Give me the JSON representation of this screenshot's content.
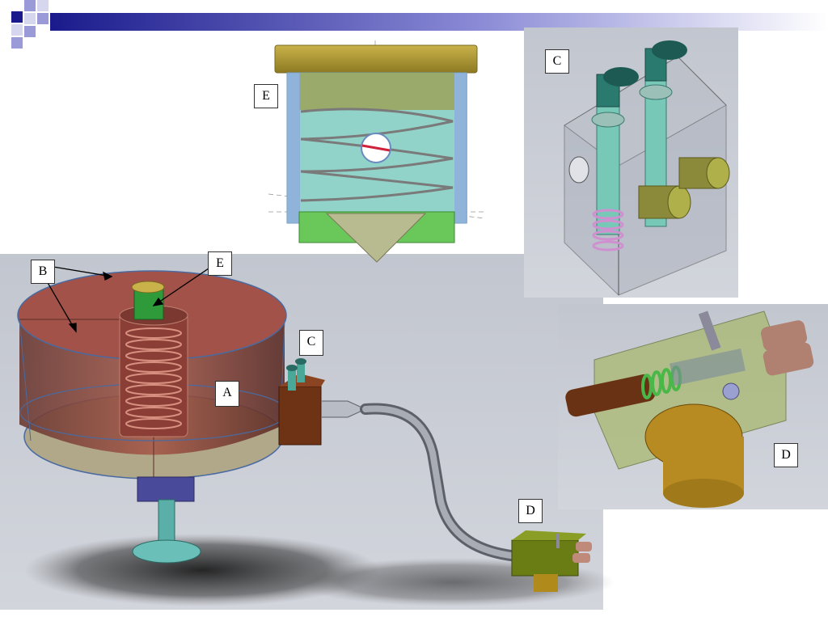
{
  "labels": {
    "e_top": "E",
    "c_top": "C",
    "b_main": "B",
    "e_main": "E",
    "c_main": "C",
    "a_main": "A",
    "d_main": "D",
    "d_right": "D"
  },
  "colors": {
    "brand_dark": "#1a1a8c",
    "panel_bg": "#c9ccd4",
    "tank_red": "#9a4a3c",
    "tank_base": "#b0a888",
    "spring_cyan": "#7fd1c4",
    "block_brown": "#6e3214",
    "connector_green": "#6a7d14"
  },
  "icons": {
    "corner": "pixel-squares-logo",
    "header": "gradient-title-bar"
  }
}
